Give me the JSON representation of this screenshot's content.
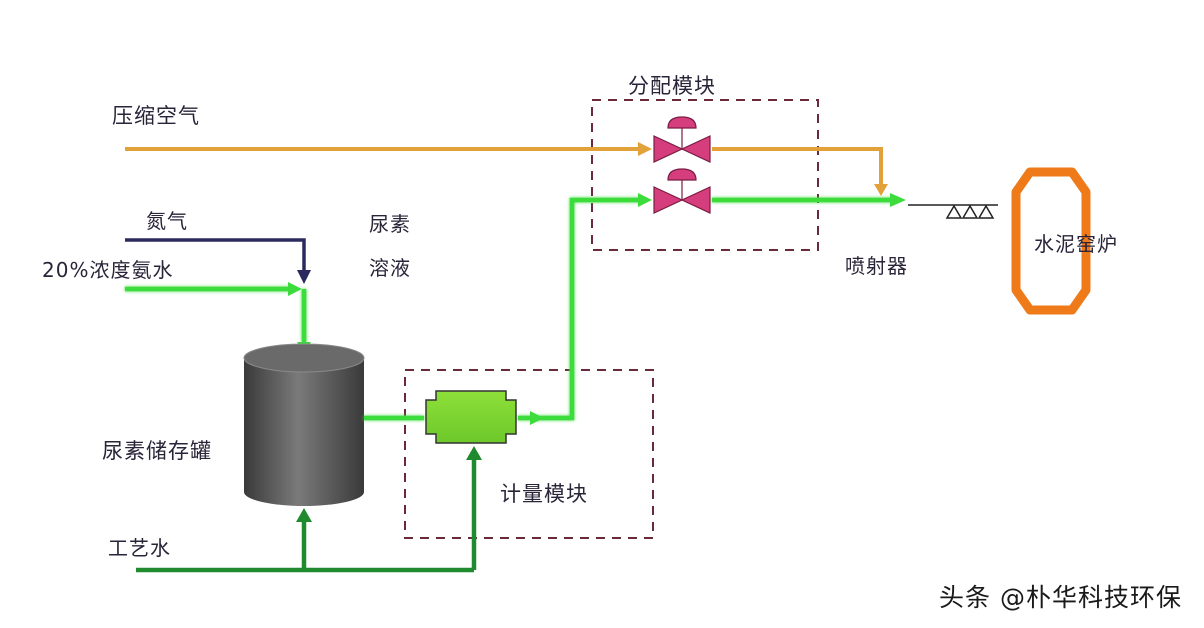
{
  "title": "SNCR denitrification process flow - cement kiln",
  "labels": {
    "compressed_air": "压缩空气",
    "nitrogen": "氮气",
    "ammonia_water": "20%浓度氨水",
    "urea_solution_line1": "尿素",
    "urea_solution_line2": "溶液",
    "distribution_module": "分配模块",
    "injector": "喷射器",
    "cement_kiln": "水泥窑炉",
    "urea_storage_tank": "尿素储存罐",
    "metering_module": "计量模块",
    "process_water": "工艺水"
  },
  "watermark": "头条 @朴华科技环保",
  "colors": {
    "air_line": "#e3a13a",
    "urea_line": "#3ddc3d",
    "water_line": "#1f8a2e",
    "nitrogen_line": "#2b2a5e",
    "valve": "#d63d7d",
    "kiln": "#ef7a1a",
    "tank": "#5b5b5b",
    "meter": "#7fd63a",
    "module_border": "#6b2a3a"
  }
}
